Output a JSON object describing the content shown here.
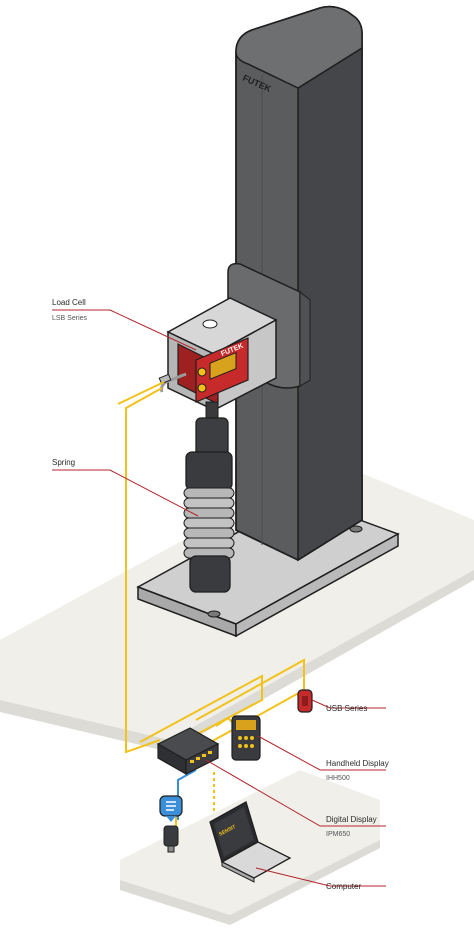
{
  "brand": {
    "name": "FUTEK",
    "software": "SENSIT"
  },
  "callouts": [
    {
      "title": "Load Cell",
      "subtitle": "LSB Series"
    },
    {
      "title": "Spring",
      "subtitle": ""
    },
    {
      "title": "USB Series",
      "subtitle": ""
    },
    {
      "title": "Handheld Display",
      "subtitle": "IHH500"
    },
    {
      "title": "Digital Display",
      "subtitle": "IPM650"
    },
    {
      "title": "Computer",
      "subtitle": ""
    }
  ],
  "colors": {
    "tower": "#5b5c5e",
    "tower_side": "#45464a",
    "tower_top": "#6e6f71",
    "base": "#cfcfcf",
    "floor": "#f0efea",
    "floor_edge": "#dcdbd5",
    "load_cell": "#c62a2a",
    "cable": "#f2c21a",
    "leader": "#b3262c",
    "outline": "#1f1f1f"
  }
}
